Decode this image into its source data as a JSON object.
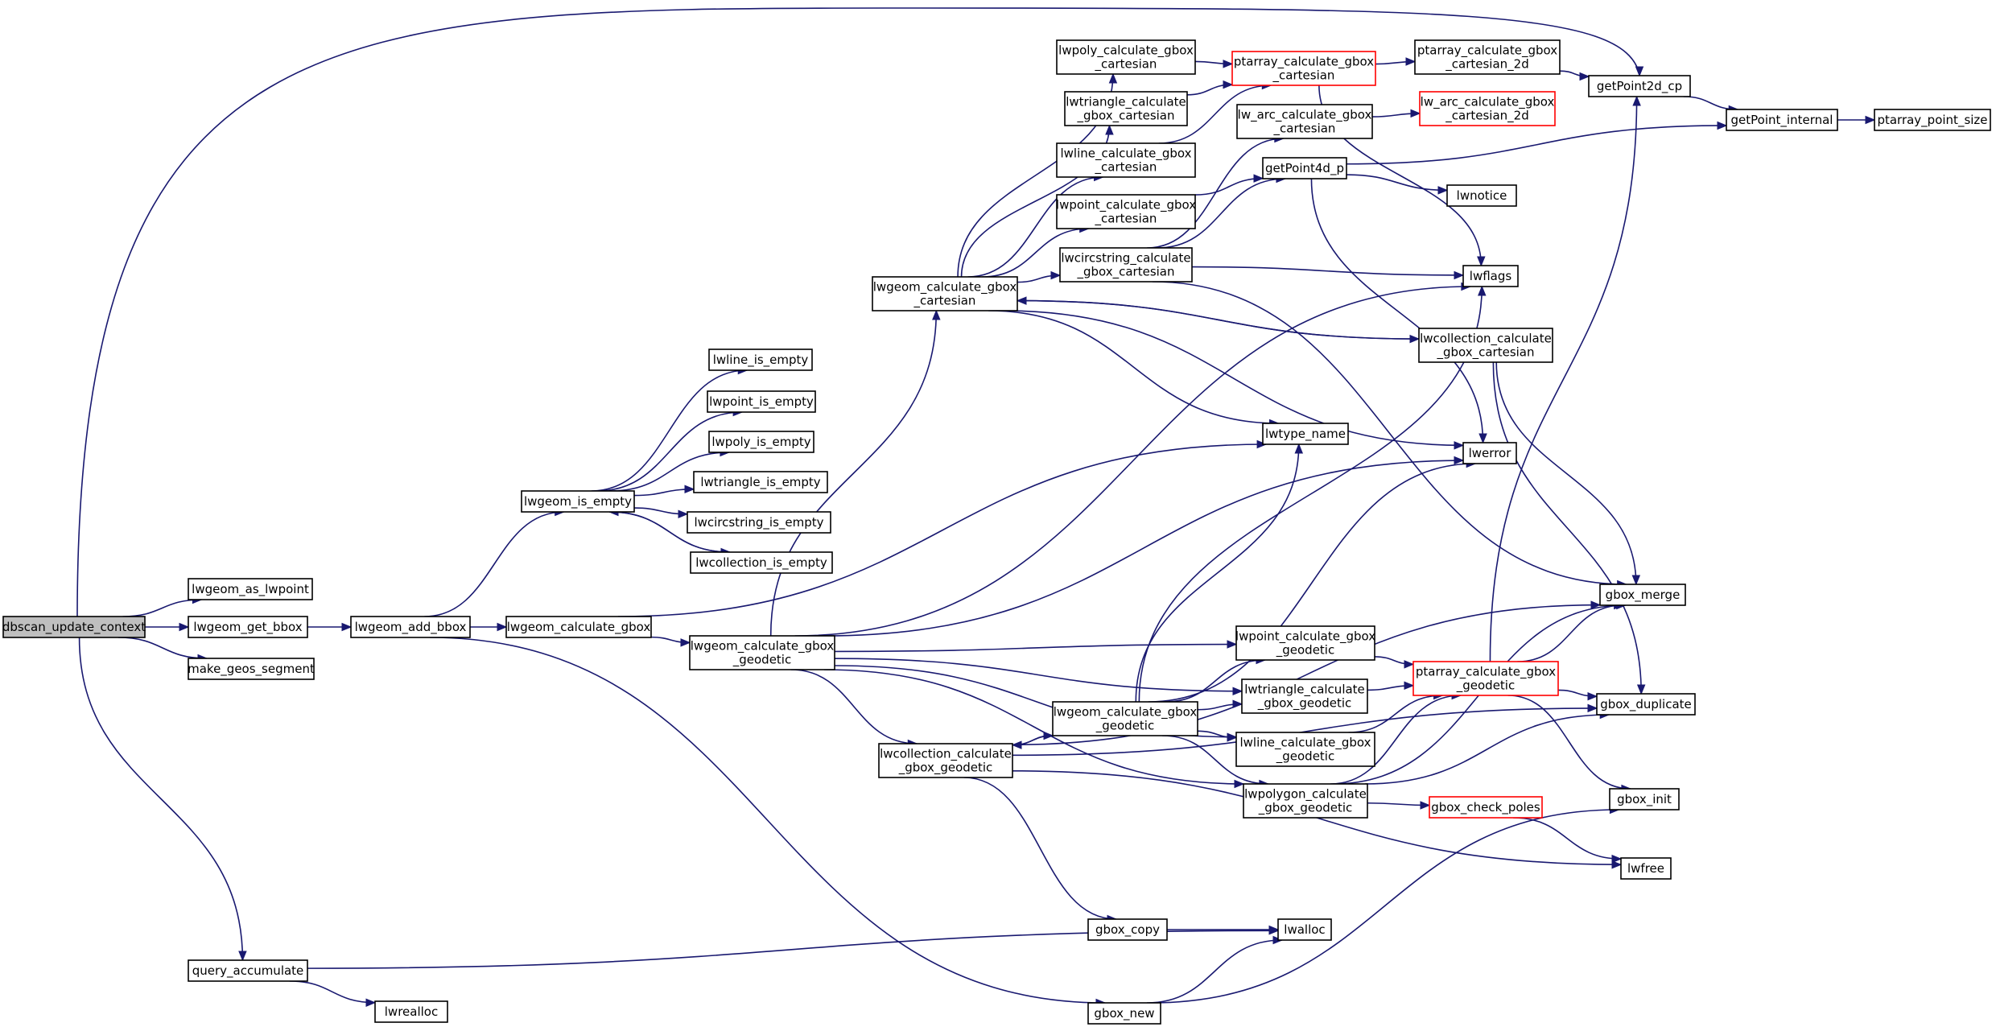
{
  "graph": {
    "colors": {
      "edge": "#191970",
      "node_border": "#000000",
      "red_border": "#ff0000",
      "root_fill": "#bfbfbf"
    },
    "nodes": [
      {
        "id": "dbscan_update_context",
        "lines": [
          "dbscan_update_context"
        ],
        "style": "root"
      },
      {
        "id": "lwgeom_as_lwpoint",
        "lines": [
          "lwgeom_as_lwpoint"
        ]
      },
      {
        "id": "lwgeom_get_bbox",
        "lines": [
          "lwgeom_get_bbox"
        ]
      },
      {
        "id": "make_geos_segment",
        "lines": [
          "make_geos_segment"
        ]
      },
      {
        "id": "query_accumulate",
        "lines": [
          "query_accumulate"
        ]
      },
      {
        "id": "lwrealloc",
        "lines": [
          "lwrealloc"
        ]
      },
      {
        "id": "lwgeom_add_bbox",
        "lines": [
          "lwgeom_add_bbox"
        ]
      },
      {
        "id": "lwgeom_is_empty",
        "lines": [
          "lwgeom_is_empty"
        ]
      },
      {
        "id": "lwgeom_calculate_gbox",
        "lines": [
          "lwgeom_calculate_gbox"
        ]
      },
      {
        "id": "lwline_is_empty",
        "lines": [
          "lwline_is_empty"
        ]
      },
      {
        "id": "lwpoint_is_empty",
        "lines": [
          "lwpoint_is_empty"
        ]
      },
      {
        "id": "lwpoly_is_empty",
        "lines": [
          "lwpoly_is_empty"
        ]
      },
      {
        "id": "lwtriangle_is_empty",
        "lines": [
          "lwtriangle_is_empty"
        ]
      },
      {
        "id": "lwcircstring_is_empty",
        "lines": [
          "lwcircstring_is_empty"
        ]
      },
      {
        "id": "lwcollection_is_empty",
        "lines": [
          "lwcollection_is_empty"
        ]
      },
      {
        "id": "lwgeom_calculate_gbox_geodetic",
        "lines": [
          "lwgeom_calculate_gbox",
          "_geodetic"
        ]
      },
      {
        "id": "lwgeom_calculate_gbox_cartesian",
        "lines": [
          "lwgeom_calculate_gbox",
          "_cartesian"
        ]
      },
      {
        "id": "lwcollection_calculate_gbox_geodetic",
        "lines": [
          "lwcollection_calculate",
          "_gbox_geodetic"
        ]
      },
      {
        "id": "lwpoly_calculate_gbox_cartesian",
        "lines": [
          "lwpoly_calculate_gbox",
          "_cartesian"
        ]
      },
      {
        "id": "lwtriangle_calculate_gbox_cartesian",
        "lines": [
          "lwtriangle_calculate",
          "_gbox_cartesian"
        ]
      },
      {
        "id": "lwline_calculate_gbox_cartesian",
        "lines": [
          "lwline_calculate_gbox",
          "_cartesian"
        ]
      },
      {
        "id": "lwpoint_calculate_gbox_cartesian",
        "lines": [
          "lwpoint_calculate_gbox",
          "_cartesian"
        ]
      },
      {
        "id": "lwcircstring_calculate_gbox_cartesian",
        "lines": [
          "lwcircstring_calculate",
          "_gbox_cartesian"
        ]
      },
      {
        "id": "lwgeom_calculate_gbox_geodetic2",
        "lines": [
          "lwgeom_calculate_gbox",
          "_geodetic"
        ]
      },
      {
        "id": "gbox_copy",
        "lines": [
          "gbox_copy"
        ]
      },
      {
        "id": "gbox_new",
        "lines": [
          "gbox_new"
        ]
      },
      {
        "id": "ptarray_calculate_gbox_cartesian",
        "lines": [
          "ptarray_calculate_gbox",
          "_cartesian"
        ],
        "style": "red"
      },
      {
        "id": "lw_arc_calculate_gbox_cartesian",
        "lines": [
          "lw_arc_calculate_gbox",
          "_cartesian"
        ]
      },
      {
        "id": "getPoint4d_p",
        "lines": [
          "getPoint4d_p"
        ]
      },
      {
        "id": "lwtype_name",
        "lines": [
          "lwtype_name"
        ]
      },
      {
        "id": "lwpoint_calculate_gbox_geodetic",
        "lines": [
          "lwpoint_calculate_gbox",
          "_geodetic"
        ]
      },
      {
        "id": "lwtriangle_calculate_gbox_geodetic",
        "lines": [
          "lwtriangle_calculate",
          "_gbox_geodetic"
        ]
      },
      {
        "id": "lwline_calculate_gbox_geodetic",
        "lines": [
          "lwline_calculate_gbox",
          "_geodetic"
        ]
      },
      {
        "id": "lwpolygon_calculate_gbox_geodetic",
        "lines": [
          "lwpolygon_calculate",
          "_gbox_geodetic"
        ]
      },
      {
        "id": "lwalloc",
        "lines": [
          "lwalloc"
        ]
      },
      {
        "id": "ptarray_calculate_gbox_cartesian_2d",
        "lines": [
          "ptarray_calculate_gbox",
          "_cartesian_2d"
        ]
      },
      {
        "id": "lw_arc_calculate_gbox_cartesian_2d",
        "lines": [
          "lw_arc_calculate_gbox",
          "_cartesian_2d"
        ],
        "style": "red"
      },
      {
        "id": "lwnotice",
        "lines": [
          "lwnotice"
        ]
      },
      {
        "id": "lwflags",
        "lines": [
          "lwflags"
        ]
      },
      {
        "id": "lwcollection_calculate_gbox_cartesian",
        "lines": [
          "lwcollection_calculate",
          "_gbox_cartesian"
        ]
      },
      {
        "id": "lwerror",
        "lines": [
          "lwerror"
        ]
      },
      {
        "id": "ptarray_calculate_gbox_geodetic",
        "lines": [
          "ptarray_calculate_gbox",
          "_geodetic"
        ],
        "style": "red"
      },
      {
        "id": "gbox_check_poles",
        "lines": [
          "gbox_check_poles"
        ],
        "style": "red"
      },
      {
        "id": "getPoint2d_cp",
        "lines": [
          "getPoint2d_cp"
        ]
      },
      {
        "id": "getPoint_internal",
        "lines": [
          "getPoint_internal"
        ]
      },
      {
        "id": "ptarray_point_size",
        "lines": [
          "ptarray_point_size"
        ]
      },
      {
        "id": "gbox_merge",
        "lines": [
          "gbox_merge"
        ]
      },
      {
        "id": "gbox_duplicate",
        "lines": [
          "gbox_duplicate"
        ]
      },
      {
        "id": "gbox_init",
        "lines": [
          "gbox_init"
        ]
      },
      {
        "id": "lwfree",
        "lines": [
          "lwfree"
        ]
      }
    ],
    "edges": [
      [
        "dbscan_update_context",
        "lwgeom_as_lwpoint"
      ],
      [
        "dbscan_update_context",
        "lwgeom_get_bbox"
      ],
      [
        "dbscan_update_context",
        "make_geos_segment"
      ],
      [
        "dbscan_update_context",
        "query_accumulate"
      ],
      [
        "dbscan_update_context",
        "getPoint2d_cp"
      ],
      [
        "lwgeom_get_bbox",
        "lwgeom_add_bbox"
      ],
      [
        "lwgeom_add_bbox",
        "lwgeom_is_empty"
      ],
      [
        "lwgeom_add_bbox",
        "lwgeom_calculate_gbox"
      ],
      [
        "lwgeom_add_bbox",
        "gbox_new"
      ],
      [
        "lwgeom_is_empty",
        "lwline_is_empty"
      ],
      [
        "lwgeom_is_empty",
        "lwpoint_is_empty"
      ],
      [
        "lwgeom_is_empty",
        "lwpoly_is_empty"
      ],
      [
        "lwgeom_is_empty",
        "lwtriangle_is_empty"
      ],
      [
        "lwgeom_is_empty",
        "lwcircstring_is_empty"
      ],
      [
        "lwgeom_is_empty",
        "lwcollection_is_empty"
      ],
      [
        "lwcollection_is_empty",
        "lwgeom_is_empty"
      ],
      [
        "lwgeom_calculate_gbox",
        "lwgeom_calculate_gbox_geodetic"
      ],
      [
        "lwgeom_calculate_gbox",
        "lwtype_name"
      ],
      [
        "lwgeom_calculate_gbox_geodetic",
        "lwgeom_calculate_gbox_cartesian"
      ],
      [
        "lwgeom_calculate_gbox_geodetic",
        "lwcollection_calculate_gbox_geodetic"
      ],
      [
        "lwgeom_calculate_gbox_geodetic",
        "lwpoint_calculate_gbox_geodetic"
      ],
      [
        "lwgeom_calculate_gbox_geodetic",
        "lwtriangle_calculate_gbox_geodetic"
      ],
      [
        "lwgeom_calculate_gbox_geodetic",
        "lwline_calculate_gbox_geodetic"
      ],
      [
        "lwgeom_calculate_gbox_geodetic",
        "lwpolygon_calculate_gbox_geodetic"
      ],
      [
        "lwgeom_calculate_gbox_geodetic",
        "lwflags"
      ],
      [
        "lwgeom_calculate_gbox_geodetic",
        "lwerror"
      ],
      [
        "lwgeom_calculate_gbox_cartesian",
        "lwpoly_calculate_gbox_cartesian"
      ],
      [
        "lwgeom_calculate_gbox_cartesian",
        "lwtriangle_calculate_gbox_cartesian"
      ],
      [
        "lwgeom_calculate_gbox_cartesian",
        "lwline_calculate_gbox_cartesian"
      ],
      [
        "lwgeom_calculate_gbox_cartesian",
        "lwpoint_calculate_gbox_cartesian"
      ],
      [
        "lwgeom_calculate_gbox_cartesian",
        "lwcircstring_calculate_gbox_cartesian"
      ],
      [
        "lwgeom_calculate_gbox_cartesian",
        "lwcollection_calculate_gbox_cartesian"
      ],
      [
        "lwgeom_calculate_gbox_cartesian",
        "lwtype_name"
      ],
      [
        "lwgeom_calculate_gbox_cartesian",
        "lwerror"
      ],
      [
        "lwpoly_calculate_gbox_cartesian",
        "ptarray_calculate_gbox_cartesian"
      ],
      [
        "lwtriangle_calculate_gbox_cartesian",
        "ptarray_calculate_gbox_cartesian"
      ],
      [
        "lwline_calculate_gbox_cartesian",
        "ptarray_calculate_gbox_cartesian"
      ],
      [
        "lwpoint_calculate_gbox_cartesian",
        "getPoint4d_p"
      ],
      [
        "lwcircstring_calculate_gbox_cartesian",
        "lw_arc_calculate_gbox_cartesian"
      ],
      [
        "lwcircstring_calculate_gbox_cartesian",
        "getPoint4d_p"
      ],
      [
        "lwcircstring_calculate_gbox_cartesian",
        "lwflags"
      ],
      [
        "lwcircstring_calculate_gbox_cartesian",
        "gbox_merge"
      ],
      [
        "ptarray_calculate_gbox_cartesian",
        "ptarray_calculate_gbox_cartesian_2d"
      ],
      [
        "ptarray_calculate_gbox_cartesian",
        "lwflags"
      ],
      [
        "ptarray_calculate_gbox_cartesian_2d",
        "getPoint2d_cp"
      ],
      [
        "lw_arc_calculate_gbox_cartesian",
        "lw_arc_calculate_gbox_cartesian_2d"
      ],
      [
        "getPoint4d_p",
        "getPoint_internal"
      ],
      [
        "getPoint4d_p",
        "lwnotice"
      ],
      [
        "getPoint4d_p",
        "lwerror"
      ],
      [
        "getPoint2d_cp",
        "getPoint_internal"
      ],
      [
        "getPoint_internal",
        "ptarray_point_size"
      ],
      [
        "lwcollection_calculate_gbox_cartesian",
        "lwgeom_calculate_gbox_cartesian"
      ],
      [
        "lwcollection_calculate_gbox_cartesian",
        "gbox_merge"
      ],
      [
        "lwcollection_calculate_gbox_cartesian",
        "gbox_duplicate"
      ],
      [
        "lwcollection_calculate_gbox_geodetic",
        "lwgeom_calculate_gbox_geodetic2"
      ],
      [
        "lwcollection_calculate_gbox_geodetic",
        "gbox_copy"
      ],
      [
        "lwcollection_calculate_gbox_geodetic",
        "gbox_merge"
      ],
      [
        "lwcollection_calculate_gbox_geodetic",
        "gbox_duplicate"
      ],
      [
        "lwcollection_calculate_gbox_geodetic",
        "lwfree"
      ],
      [
        "lwgeom_calculate_gbox_geodetic2",
        "lwcollection_calculate_gbox_geodetic"
      ],
      [
        "lwgeom_calculate_gbox_geodetic2",
        "lwpoint_calculate_gbox_geodetic"
      ],
      [
        "lwgeom_calculate_gbox_geodetic2",
        "lwtriangle_calculate_gbox_geodetic"
      ],
      [
        "lwgeom_calculate_gbox_geodetic2",
        "lwline_calculate_gbox_geodetic"
      ],
      [
        "lwgeom_calculate_gbox_geodetic2",
        "lwpolygon_calculate_gbox_geodetic"
      ],
      [
        "lwgeom_calculate_gbox_geodetic2",
        "lwtype_name"
      ],
      [
        "lwgeom_calculate_gbox_geodetic2",
        "lwerror"
      ],
      [
        "lwgeom_calculate_gbox_geodetic2",
        "lwflags"
      ],
      [
        "lwpoint_calculate_gbox_geodetic",
        "ptarray_calculate_gbox_geodetic"
      ],
      [
        "lwtriangle_calculate_gbox_geodetic",
        "ptarray_calculate_gbox_geodetic"
      ],
      [
        "lwline_calculate_gbox_geodetic",
        "ptarray_calculate_gbox_geodetic"
      ],
      [
        "lwpolygon_calculate_gbox_geodetic",
        "ptarray_calculate_gbox_geodetic"
      ],
      [
        "lwpolygon_calculate_gbox_geodetic",
        "gbox_check_poles"
      ],
      [
        "lwpolygon_calculate_gbox_geodetic",
        "gbox_merge"
      ],
      [
        "lwpolygon_calculate_gbox_geodetic",
        "gbox_duplicate"
      ],
      [
        "ptarray_calculate_gbox_geodetic",
        "getPoint2d_cp"
      ],
      [
        "ptarray_calculate_gbox_geodetic",
        "gbox_merge"
      ],
      [
        "ptarray_calculate_gbox_geodetic",
        "gbox_duplicate"
      ],
      [
        "ptarray_calculate_gbox_geodetic",
        "gbox_init"
      ],
      [
        "gbox_check_poles",
        "lwfree"
      ],
      [
        "gbox_copy",
        "lwalloc"
      ],
      [
        "gbox_new",
        "lwalloc"
      ],
      [
        "gbox_new",
        "gbox_init"
      ],
      [
        "query_accumulate",
        "lwalloc"
      ],
      [
        "query_accumulate",
        "lwrealloc"
      ]
    ]
  }
}
